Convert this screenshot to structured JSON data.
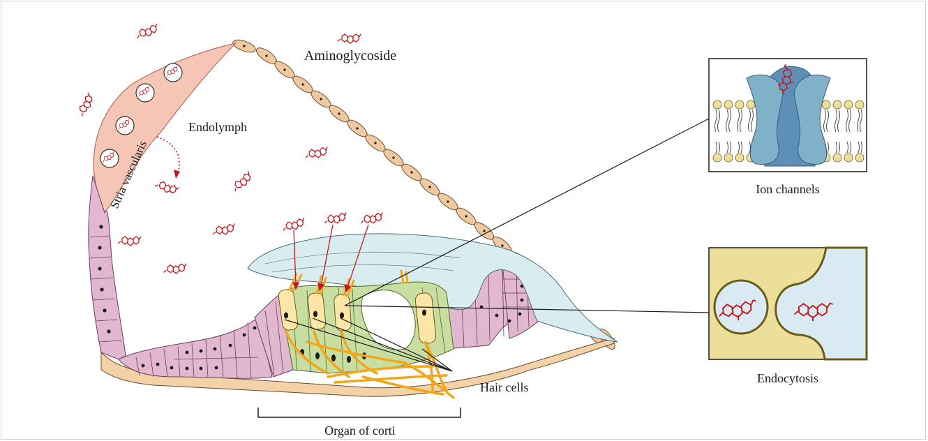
{
  "labels": {
    "aminoglycoside": "Aminoglycoside",
    "endolymph": "Endolymph",
    "stria_vascularis": "Stria vascularis",
    "hair_cells": "Hair cells",
    "organ_of_corti": "Organ of corti",
    "ion_channels": "Ion channels",
    "endocytosis": "Endocytosis"
  },
  "colors": {
    "drug": "#c8161d",
    "stria": "#f5c5b5",
    "epithelium": "#e2b8d0",
    "membrane_cells": "#efc9a0",
    "tectorial": "#d9ecf0",
    "support_cells": "#c8dea0",
    "hair_cell": "#fbe6a8",
    "nerve": "#f2a71b",
    "channel": "#7fb2c9",
    "lipid_head": "#ecdf9a",
    "endocytosis_bg": "#ecdf9a",
    "extracellular": "#d9eaf2"
  }
}
